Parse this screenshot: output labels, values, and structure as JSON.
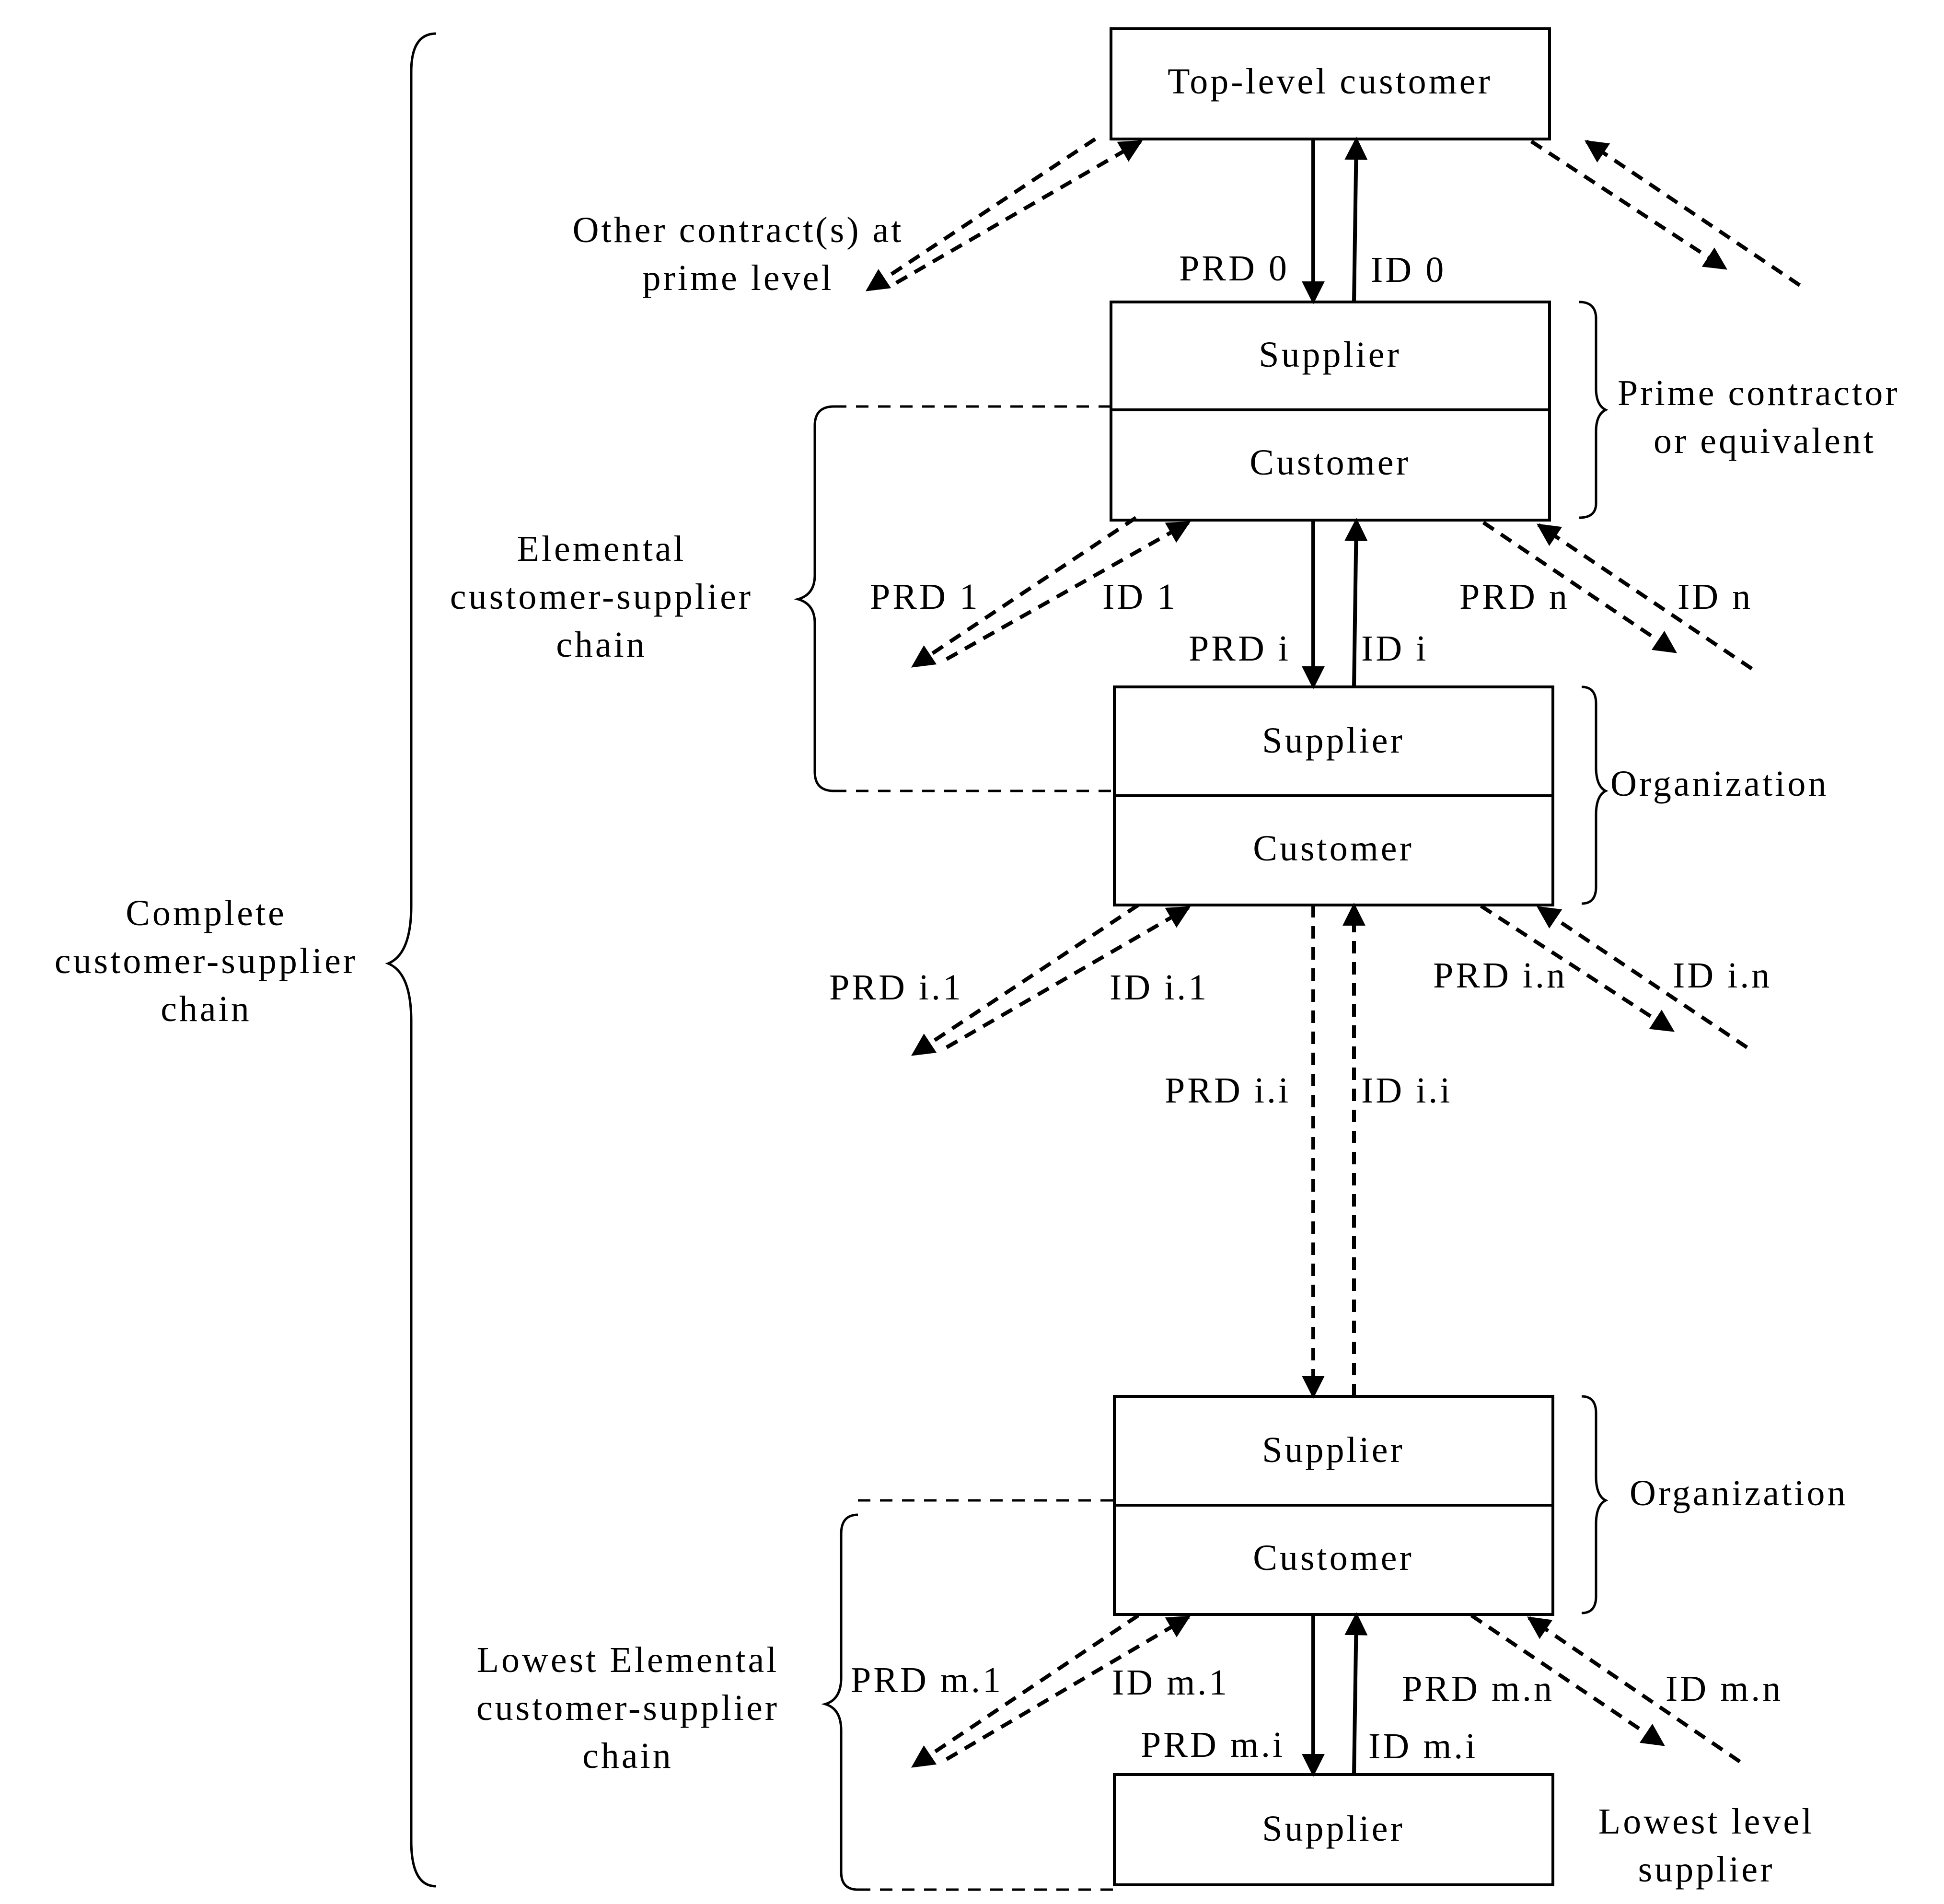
{
  "boxes": {
    "top_customer": "Top-level customer",
    "prime_supplier": "Supplier",
    "prime_customer": "Customer",
    "org_supplier": "Supplier",
    "org_customer": "Customer",
    "lower_org_supplier": "Supplier",
    "lower_org_customer": "Customer",
    "lowest_supplier": "Supplier"
  },
  "flows": {
    "prd_0": "PRD 0",
    "id_0": "ID 0",
    "prd_1": "PRD 1",
    "id_1": "ID 1",
    "prd_i": "PRD i",
    "id_i": "ID i",
    "prd_n": "PRD n",
    "id_n": "ID n",
    "prd_i1": "PRD i.1",
    "id_i1": "ID i.1",
    "prd_in": "PRD i.n",
    "id_in": "ID i.n",
    "prd_ii": "PRD i.i",
    "id_ii": "ID i.i",
    "prd_m1": "PRD m.1",
    "id_m1": "ID m.1",
    "prd_mn": "PRD m.n",
    "id_mn": "ID m.n",
    "prd_mi": "PRD m.i",
    "id_mi": "ID m.i"
  },
  "annotations": {
    "other_contracts": [
      "Other contract(s) at",
      "prime level"
    ],
    "prime_contractor": [
      "Prime contractor",
      "or equivalent"
    ],
    "organization_1": "Organization",
    "organization_2": "Organization",
    "lowest_level_supplier": [
      "Lowest level",
      "supplier"
    ],
    "elemental_chain": [
      "Elemental",
      "customer-supplier",
      "chain"
    ],
    "lowest_elemental_chain": [
      "Lowest Elemental",
      "customer-supplier",
      "chain"
    ],
    "complete_chain": [
      "Complete",
      "customer-supplier",
      "chain"
    ]
  }
}
